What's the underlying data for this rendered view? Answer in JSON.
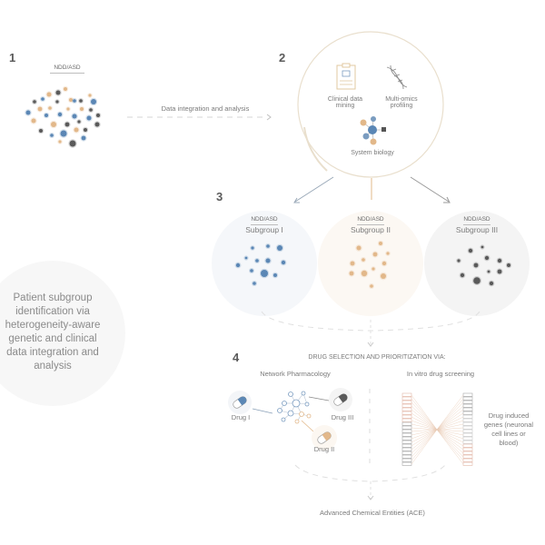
{
  "steps": {
    "step1": {
      "number": "1",
      "label": "NDD/ASD",
      "arrow_label": "Data integration and analysis"
    },
    "step2": {
      "number": "2",
      "items": [
        {
          "label": "Clinical data mining",
          "icon": "clipboard-icon"
        },
        {
          "label": "Multi-omics profiling",
          "icon": "dna-icon"
        },
        {
          "label": "System biology",
          "icon": "network-icon"
        }
      ]
    },
    "step3": {
      "number": "3",
      "subgroups": [
        {
          "tag": "NDD/ASD",
          "name": "Subgroup I",
          "color": "#5b87b5"
        },
        {
          "tag": "NDD/ASD",
          "name": "Subgroup II",
          "color": "#e2b88a"
        },
        {
          "tag": "NDD/ASD",
          "name": "Subgroup III",
          "color": "#5a5a5a"
        }
      ]
    },
    "step4": {
      "number": "4",
      "title": "DRUG SELECTION AND PRIORITIZATION VIA:",
      "network_title": "Network Pharmacology",
      "invitro_title": "In vitro drug screening",
      "drugs": [
        {
          "label": "Drug I",
          "color": "#5b87b5"
        },
        {
          "label": "Drug II",
          "color": "#e2b88a"
        },
        {
          "label": "Drug III",
          "color": "#5a5a5a"
        }
      ],
      "genes_label": "Drug induced genes (neuronal cell lines or blood)"
    },
    "output": "Advanced Chemical Entities (ACE)"
  },
  "side_note": "Patient subgroup identification via heterogeneity-aware genetic and clinical data integration and analysis",
  "colors": {
    "blue": "#5b87b5",
    "beige": "#e2b88a",
    "grey": "#5a5a5a",
    "line": "#cfcfcf",
    "ring": "#e8dcc8"
  }
}
